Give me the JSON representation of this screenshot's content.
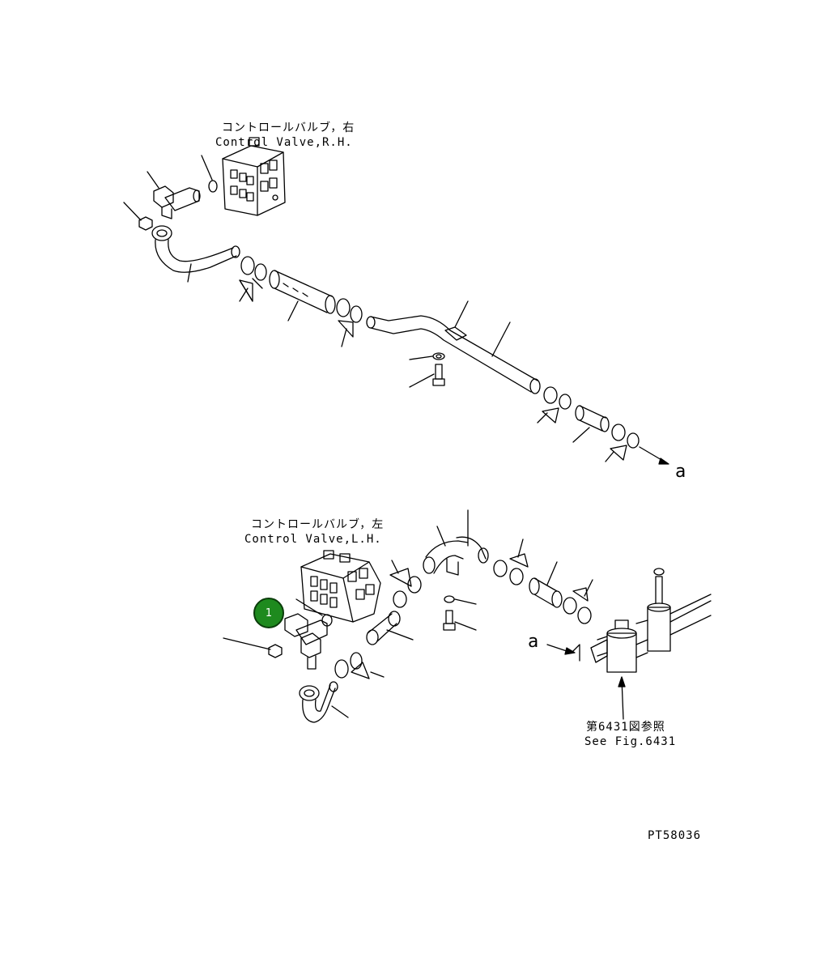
{
  "rh_valve": {
    "label_jp": "コントロールバルブ，右",
    "label_en": "Control Valve,R.H."
  },
  "lh_valve": {
    "label_jp": "コントロールバルブ，左",
    "label_en": "Control Valve,L.H."
  },
  "reference": {
    "label_jp": "第6431図参照",
    "label_en": "See Fig.6431"
  },
  "connector_a": {
    "label_top": "a",
    "label_bottom": "a"
  },
  "callout": {
    "number": "1",
    "color": "#1e8a1e"
  },
  "drawing_id": "PT58036"
}
